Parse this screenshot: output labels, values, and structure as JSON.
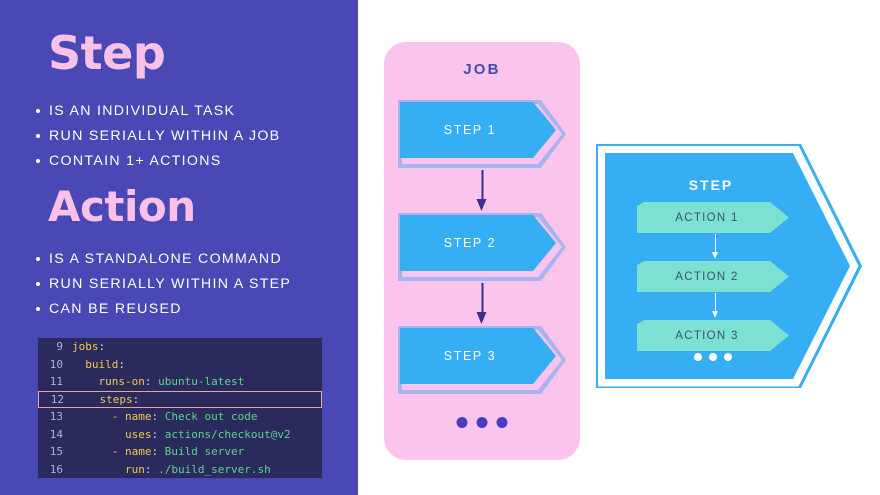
{
  "theme": {
    "left_panel_bg": "#4a48b5",
    "heading_color": "#f9c0e8",
    "job_panel_bg": "#fac4ec",
    "step_blue": "#35aef4",
    "action_teal": "#7ce0d3",
    "code_bg": "#2b2a5c",
    "code_key": "#f2c94c",
    "code_value": "#5fd38d",
    "code_linenum": "#b0aee0",
    "highlight_border": "#e8a3a3",
    "arrow_purple": "#3b2f8f"
  },
  "left": {
    "step": {
      "heading": "Step",
      "bullets": [
        "IS AN INDIVIDUAL TASK",
        "RUN SERIALLY WITHIN A JOB",
        "CONTAIN 1+ ACTIONS"
      ]
    },
    "action": {
      "heading": "Action",
      "bullets": [
        "IS A STANDALONE COMMAND",
        "RUN SERIALLY WITHIN A STEP",
        "CAN BE REUSED"
      ]
    },
    "code": {
      "highlighted_line": 12,
      "lines": [
        {
          "number": "9",
          "indent": 0,
          "key": "jobs",
          "colon": ":",
          "value": "",
          "dash": false
        },
        {
          "number": "10",
          "indent": 1,
          "key": "build",
          "colon": ":",
          "value": "",
          "dash": false
        },
        {
          "number": "11",
          "indent": 2,
          "key": "runs-on",
          "colon": ":",
          "value": "ubuntu-latest",
          "dash": false
        },
        {
          "number": "12",
          "indent": 2,
          "key": "steps",
          "colon": ":",
          "value": "",
          "dash": false
        },
        {
          "number": "13",
          "indent": 3,
          "key": "name",
          "colon": ":",
          "value": "Check out code",
          "dash": true
        },
        {
          "number": "14",
          "indent": 4,
          "key": "uses",
          "colon": ":",
          "value": "actions/checkout@v2",
          "dash": false
        },
        {
          "number": "15",
          "indent": 3,
          "key": "name",
          "colon": ":",
          "value": "Build server",
          "dash": true
        },
        {
          "number": "16",
          "indent": 4,
          "key": "run",
          "colon": ":",
          "value": "./build_server.sh",
          "dash": false
        }
      ]
    }
  },
  "job_panel": {
    "title": "JOB",
    "steps": [
      "STEP 1",
      "STEP 2",
      "STEP 3"
    ],
    "more_indicator": "three-dots"
  },
  "step_panel": {
    "title": "STEP",
    "actions": [
      "ACTION 1",
      "ACTION 2",
      "ACTION 3"
    ],
    "more_indicator": "three-dots"
  }
}
